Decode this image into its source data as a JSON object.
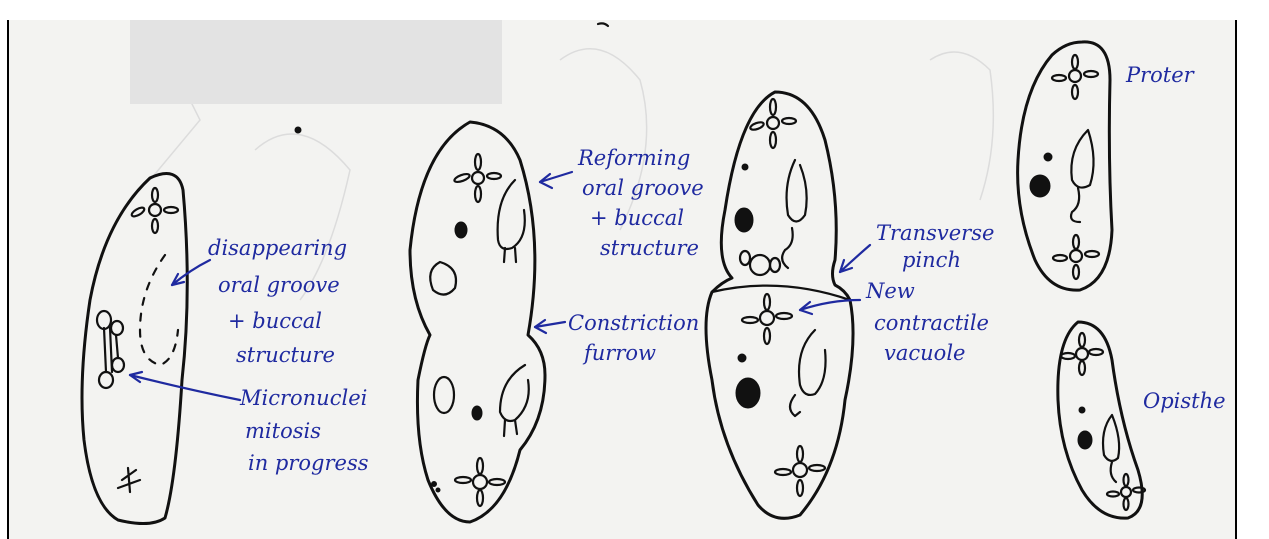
{
  "colors": {
    "paper": "#f3f3f1",
    "ink": "#111111",
    "annotation_ink": "#1f2aa0",
    "redaction": "#e3e3e3",
    "border": "#000000"
  },
  "labels": {
    "cell1": {
      "disappearing": [
        "disappearing",
        "oral groove",
        "+ buccal",
        "structure"
      ],
      "micronuclei": [
        "Micronuclei",
        "mitosis",
        "in progress"
      ]
    },
    "cell2": {
      "reforming": [
        "Reforming",
        "oral groove",
        "+ buccal",
        "structure"
      ],
      "constriction": [
        "Constriction",
        "furrow"
      ]
    },
    "cell3": {
      "transverse": [
        "Transverse",
        "pinch"
      ],
      "new_vacuole": [
        "New",
        "contractile",
        "vacuole"
      ]
    },
    "cell4": {
      "proter": "Proter",
      "opisthe": "Opisthe"
    }
  }
}
